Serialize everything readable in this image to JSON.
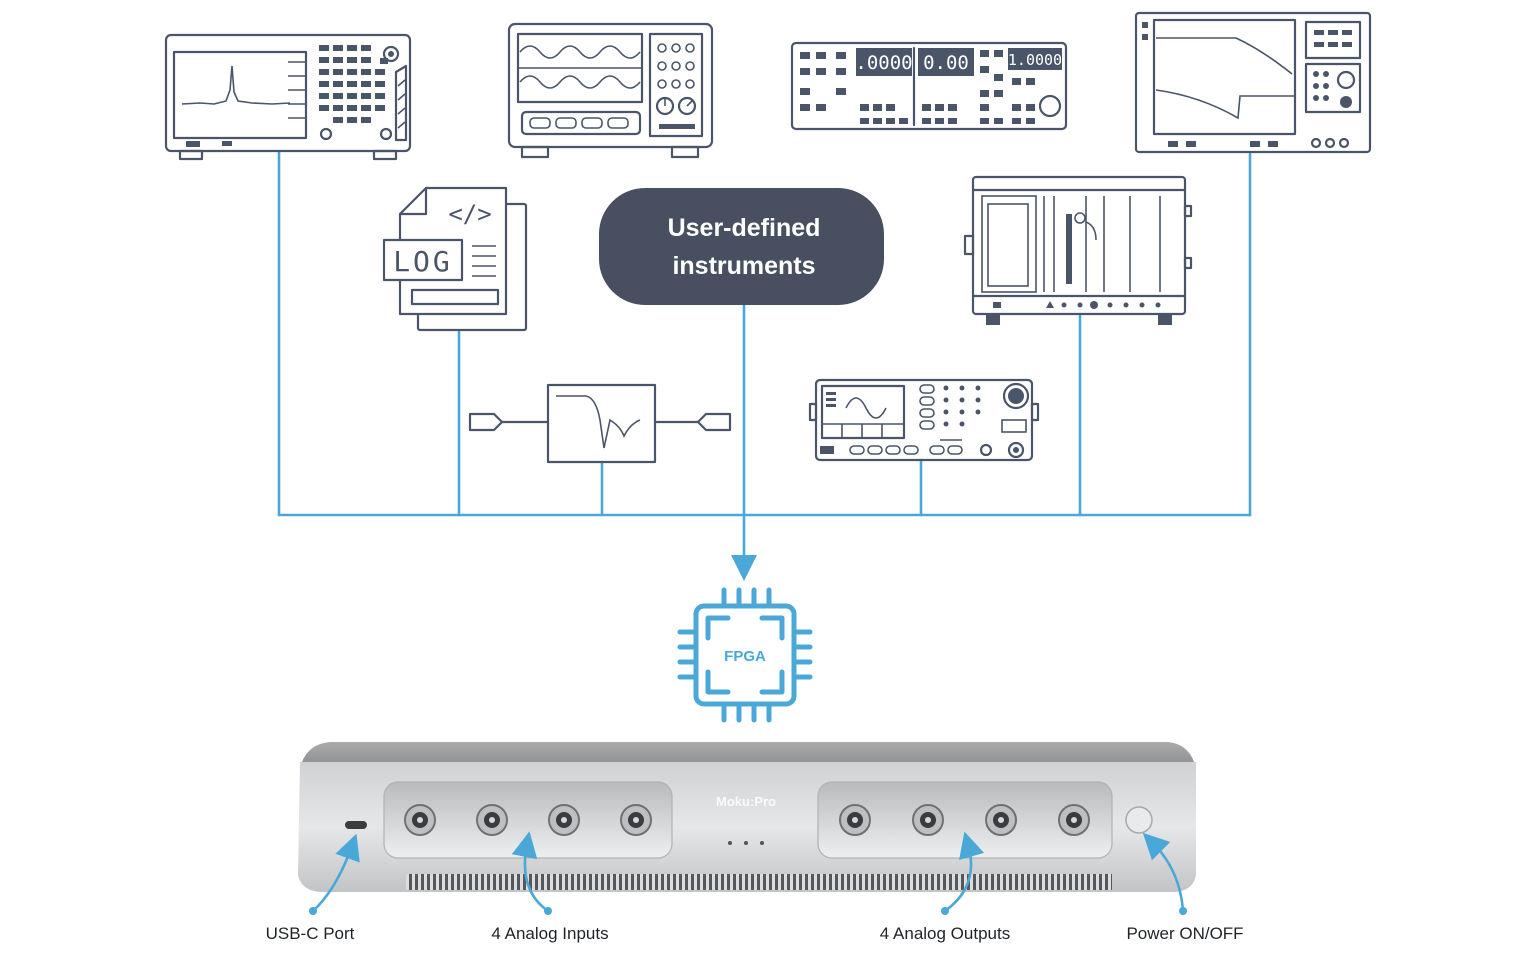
{
  "center_box": {
    "line1": "User-defined",
    "line2": "instruments"
  },
  "chip_label": "FPGA",
  "device": {
    "brand": "Moku:Pro"
  },
  "callouts": {
    "usb": "USB-C Port",
    "inputs": "4 Analog Inputs",
    "outputs": "4 Analog Outputs",
    "power": "Power ON/OFF"
  },
  "log_doc": {
    "code_text": "</>",
    "log_text": "LOG"
  },
  "readouts": {
    "r1": ".0000",
    "r2": "0.00",
    "r3": "1.0000"
  },
  "colors": {
    "wire": "#4aa8d8",
    "ink": "#4a5569",
    "box": "#474f60",
    "device": "#c9cbcd"
  }
}
